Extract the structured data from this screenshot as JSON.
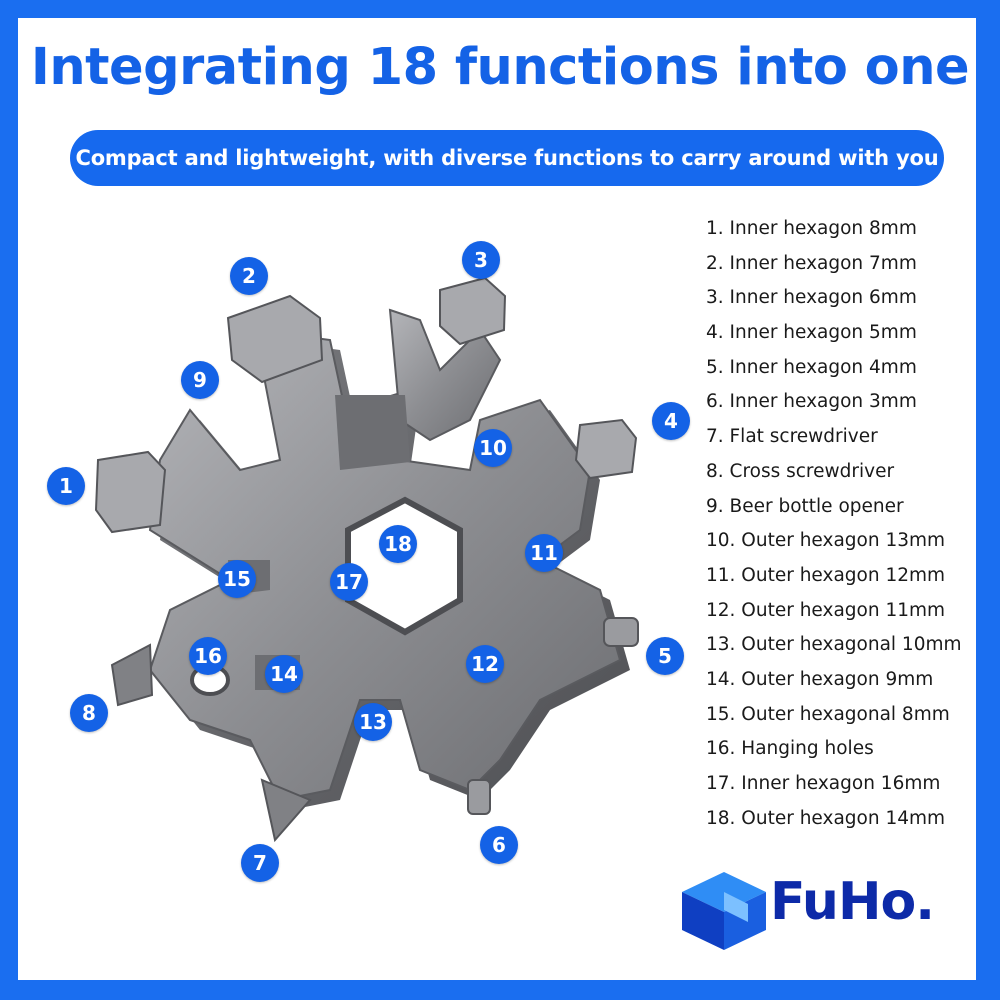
{
  "header": {
    "title": "Integrating 18 functions into one",
    "subtitle": "Compact and lightweight, with diverse functions to carry around with you"
  },
  "functions": [
    "1. Inner hexagon 8mm",
    "2. Inner hexagon 7mm",
    "3. Inner hexagon 6mm",
    "4. Inner hexagon 5mm",
    "5. Inner hexagon 4mm",
    "6. Inner hexagon 3mm",
    "7. Flat screwdriver",
    "8. Cross screwdriver",
    "9. Beer bottle opener",
    "10. Outer hexagon 13mm",
    "11. Outer hexagon 12mm",
    "12. Outer hexagon 11mm",
    "13. Outer hexagonal 10mm",
    "14. Outer hexagon 9mm",
    "15. Outer hexagonal 8mm",
    "16. Hanging holes",
    "17. Inner hexagon 16mm",
    "18. Outer hexagon 14mm"
  ],
  "badges": [
    "1",
    "2",
    "3",
    "4",
    "5",
    "6",
    "7",
    "8",
    "9",
    "10",
    "11",
    "12",
    "13",
    "14",
    "15",
    "16",
    "17",
    "18"
  ],
  "brand": {
    "name": "FuHo.",
    "icon": "cube-logo-icon"
  },
  "colors": {
    "accent": "#1462e6",
    "border": "#1a6ef0",
    "brand_text": "#0d2aa8",
    "metal": "#8e8f93"
  }
}
